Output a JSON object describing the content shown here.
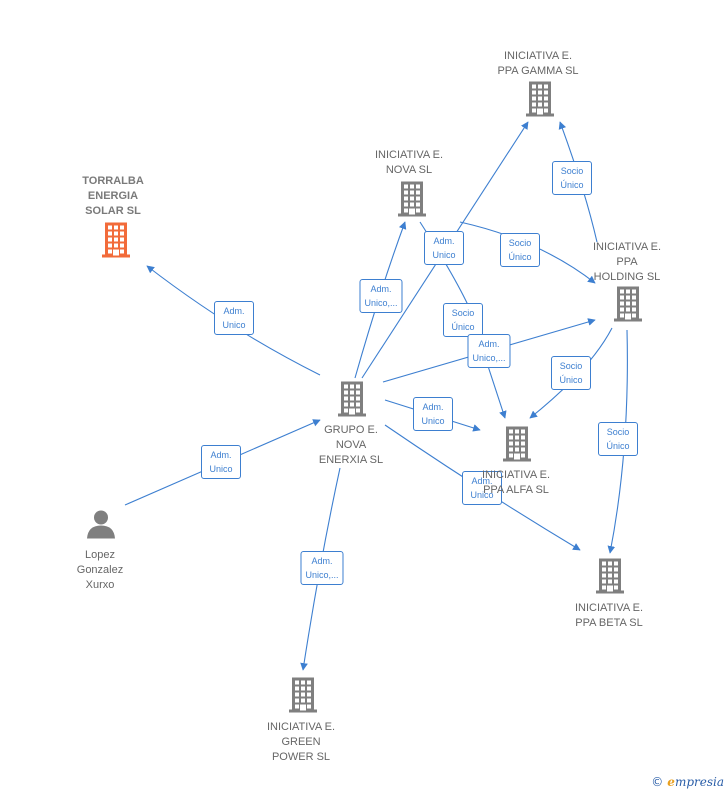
{
  "colors": {
    "edge": "#3d7fd0",
    "company": "#7f7f7f",
    "focus_company": "#f26b3a",
    "person": "#7f7f7f"
  },
  "nodes": [
    {
      "id": "torralba",
      "label": "TORRALBA\nENERGIA\nSOLAR  SL",
      "icon": "building-icon",
      "focus": true
    },
    {
      "id": "gamma",
      "label": "INICIATIVA E.\nPPA GAMMA  SL",
      "icon": "building-icon"
    },
    {
      "id": "nova",
      "label": "INICIATIVA E.\nNOVA  SL",
      "icon": "building-icon"
    },
    {
      "id": "holding",
      "label": "INICIATIVA E.\nPPA\nHOLDING  SL",
      "icon": "building-icon"
    },
    {
      "id": "grupo",
      "label": "GRUPO E.\nNOVA\nENERXIA  SL",
      "icon": "building-icon"
    },
    {
      "id": "alfa",
      "label": "INICIATIVA E.\nPPA ALFA  SL",
      "icon": "building-icon"
    },
    {
      "id": "beta",
      "label": "INICIATIVA E.\nPPA BETA  SL",
      "icon": "building-icon"
    },
    {
      "id": "green",
      "label": "INICIATIVA E.\nGREEN\nPOWER  SL",
      "icon": "building-icon"
    },
    {
      "id": "person",
      "label": "Lopez\nGonzalez\nXurxo",
      "icon": "person-icon"
    }
  ],
  "edges": [
    {
      "id": "e1",
      "label": "Adm.\nUnico"
    },
    {
      "id": "e2",
      "label": "Adm.\nUnico"
    },
    {
      "id": "e3",
      "label": "Adm.\nUnico,..."
    },
    {
      "id": "e4",
      "label": "Adm.\nUnico"
    },
    {
      "id": "e5",
      "label": "Socio\nÚnico"
    },
    {
      "id": "e6",
      "label": "Socio\nÚnico"
    },
    {
      "id": "e7",
      "label": "Socio\nÚnico"
    },
    {
      "id": "e8",
      "label": "Adm.\nUnico,..."
    },
    {
      "id": "e9",
      "label": "Adm.\nUnico"
    },
    {
      "id": "e10",
      "label": "Socio\nÚnico"
    },
    {
      "id": "e11",
      "label": "Socio\nÚnico"
    },
    {
      "id": "e12",
      "label": "Adm.\nUnico"
    },
    {
      "id": "e13",
      "label": "Adm.\nUnico,..."
    }
  ],
  "footer": {
    "copyright": "©",
    "brand_initial": "e",
    "brand_rest": "mpresia"
  }
}
